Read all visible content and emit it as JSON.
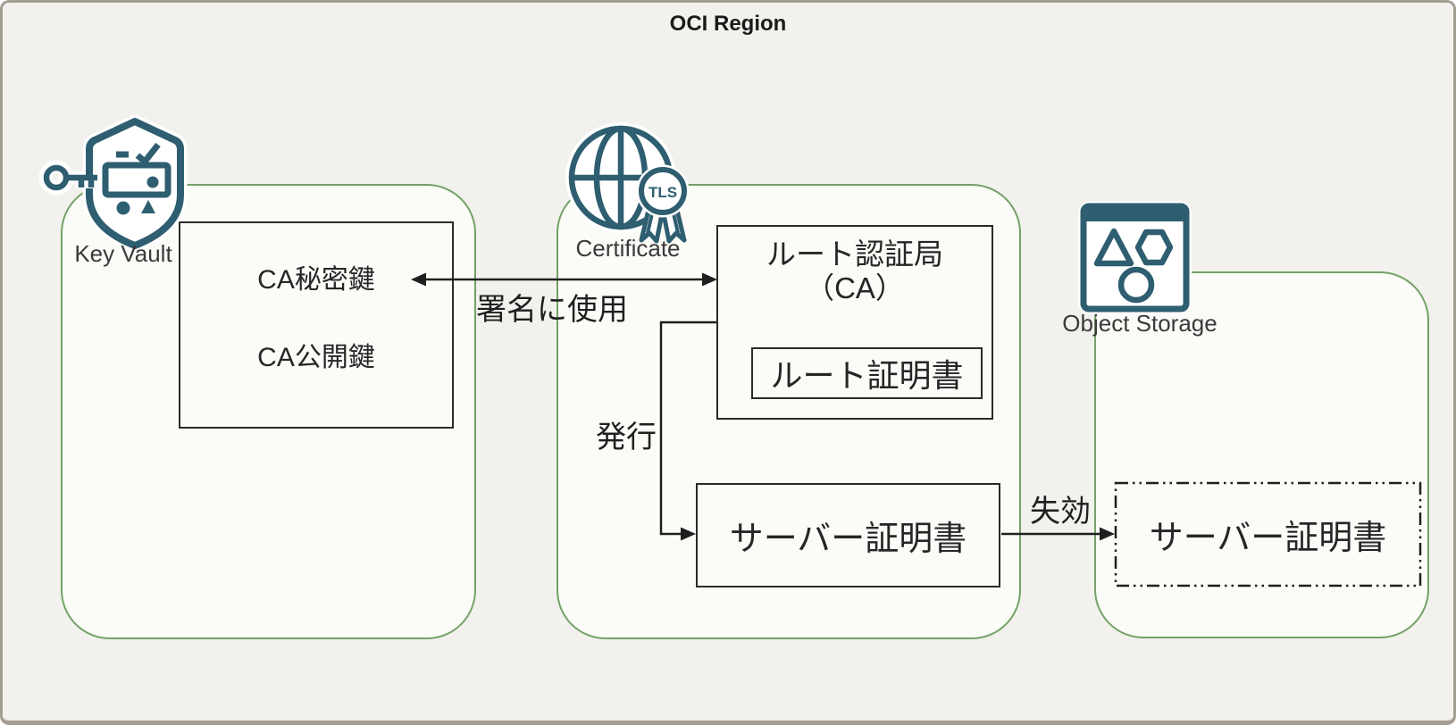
{
  "title": "OCI Region",
  "groups": {
    "key_vault": {
      "label": "Key Vault",
      "icon": "key-vault-shield-icon"
    },
    "certificate": {
      "label": "Certificate",
      "icon": "globe-tls-ribbon-icon",
      "badge": "TLS"
    },
    "object_storage": {
      "label": "Object Storage",
      "icon": "object-storage-shapes-icon"
    }
  },
  "boxes": {
    "ca_keys": {
      "line1": "CA秘密鍵",
      "line2": "CA公開鍵"
    },
    "root_ca": {
      "line1": "ルート認証局",
      "line2": "（CA）",
      "inner": "ルート証明書"
    },
    "server_cert": {
      "label": "サーバー証明書"
    },
    "revoked_cert": {
      "label": "サーバー証明書",
      "border_style": "dash-dot-dot"
    }
  },
  "edges": {
    "sign": "署名に使用",
    "issue": "発行",
    "revoke": "失効"
  },
  "colors": {
    "teal_icon": "#2e5e70",
    "green_container": "#74a268",
    "background": "#f2f1ed",
    "panel_fill": "#fbfbf8",
    "line": "#1f1f1f",
    "frame_border": "#a49d93"
  }
}
